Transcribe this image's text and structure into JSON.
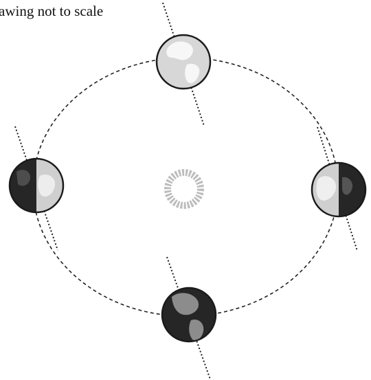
{
  "caption": "awing not to scale",
  "colors": {
    "orbit": "#222222",
    "axis": "#1a1a1a",
    "sun_ring": "#bdbdbd",
    "earth_light": "#d7d7d7",
    "earth_dark": "#262626",
    "continent_on_light": "#f7f7f7",
    "continent_on_dark": "#8c8c8c"
  },
  "positions": [
    {
      "name": "earth-top",
      "lit_side": "full"
    },
    {
      "name": "earth-right",
      "lit_side": "left-half"
    },
    {
      "name": "earth-bottom",
      "lit_side": "none"
    },
    {
      "name": "earth-left",
      "lit_side": "right-half"
    }
  ]
}
